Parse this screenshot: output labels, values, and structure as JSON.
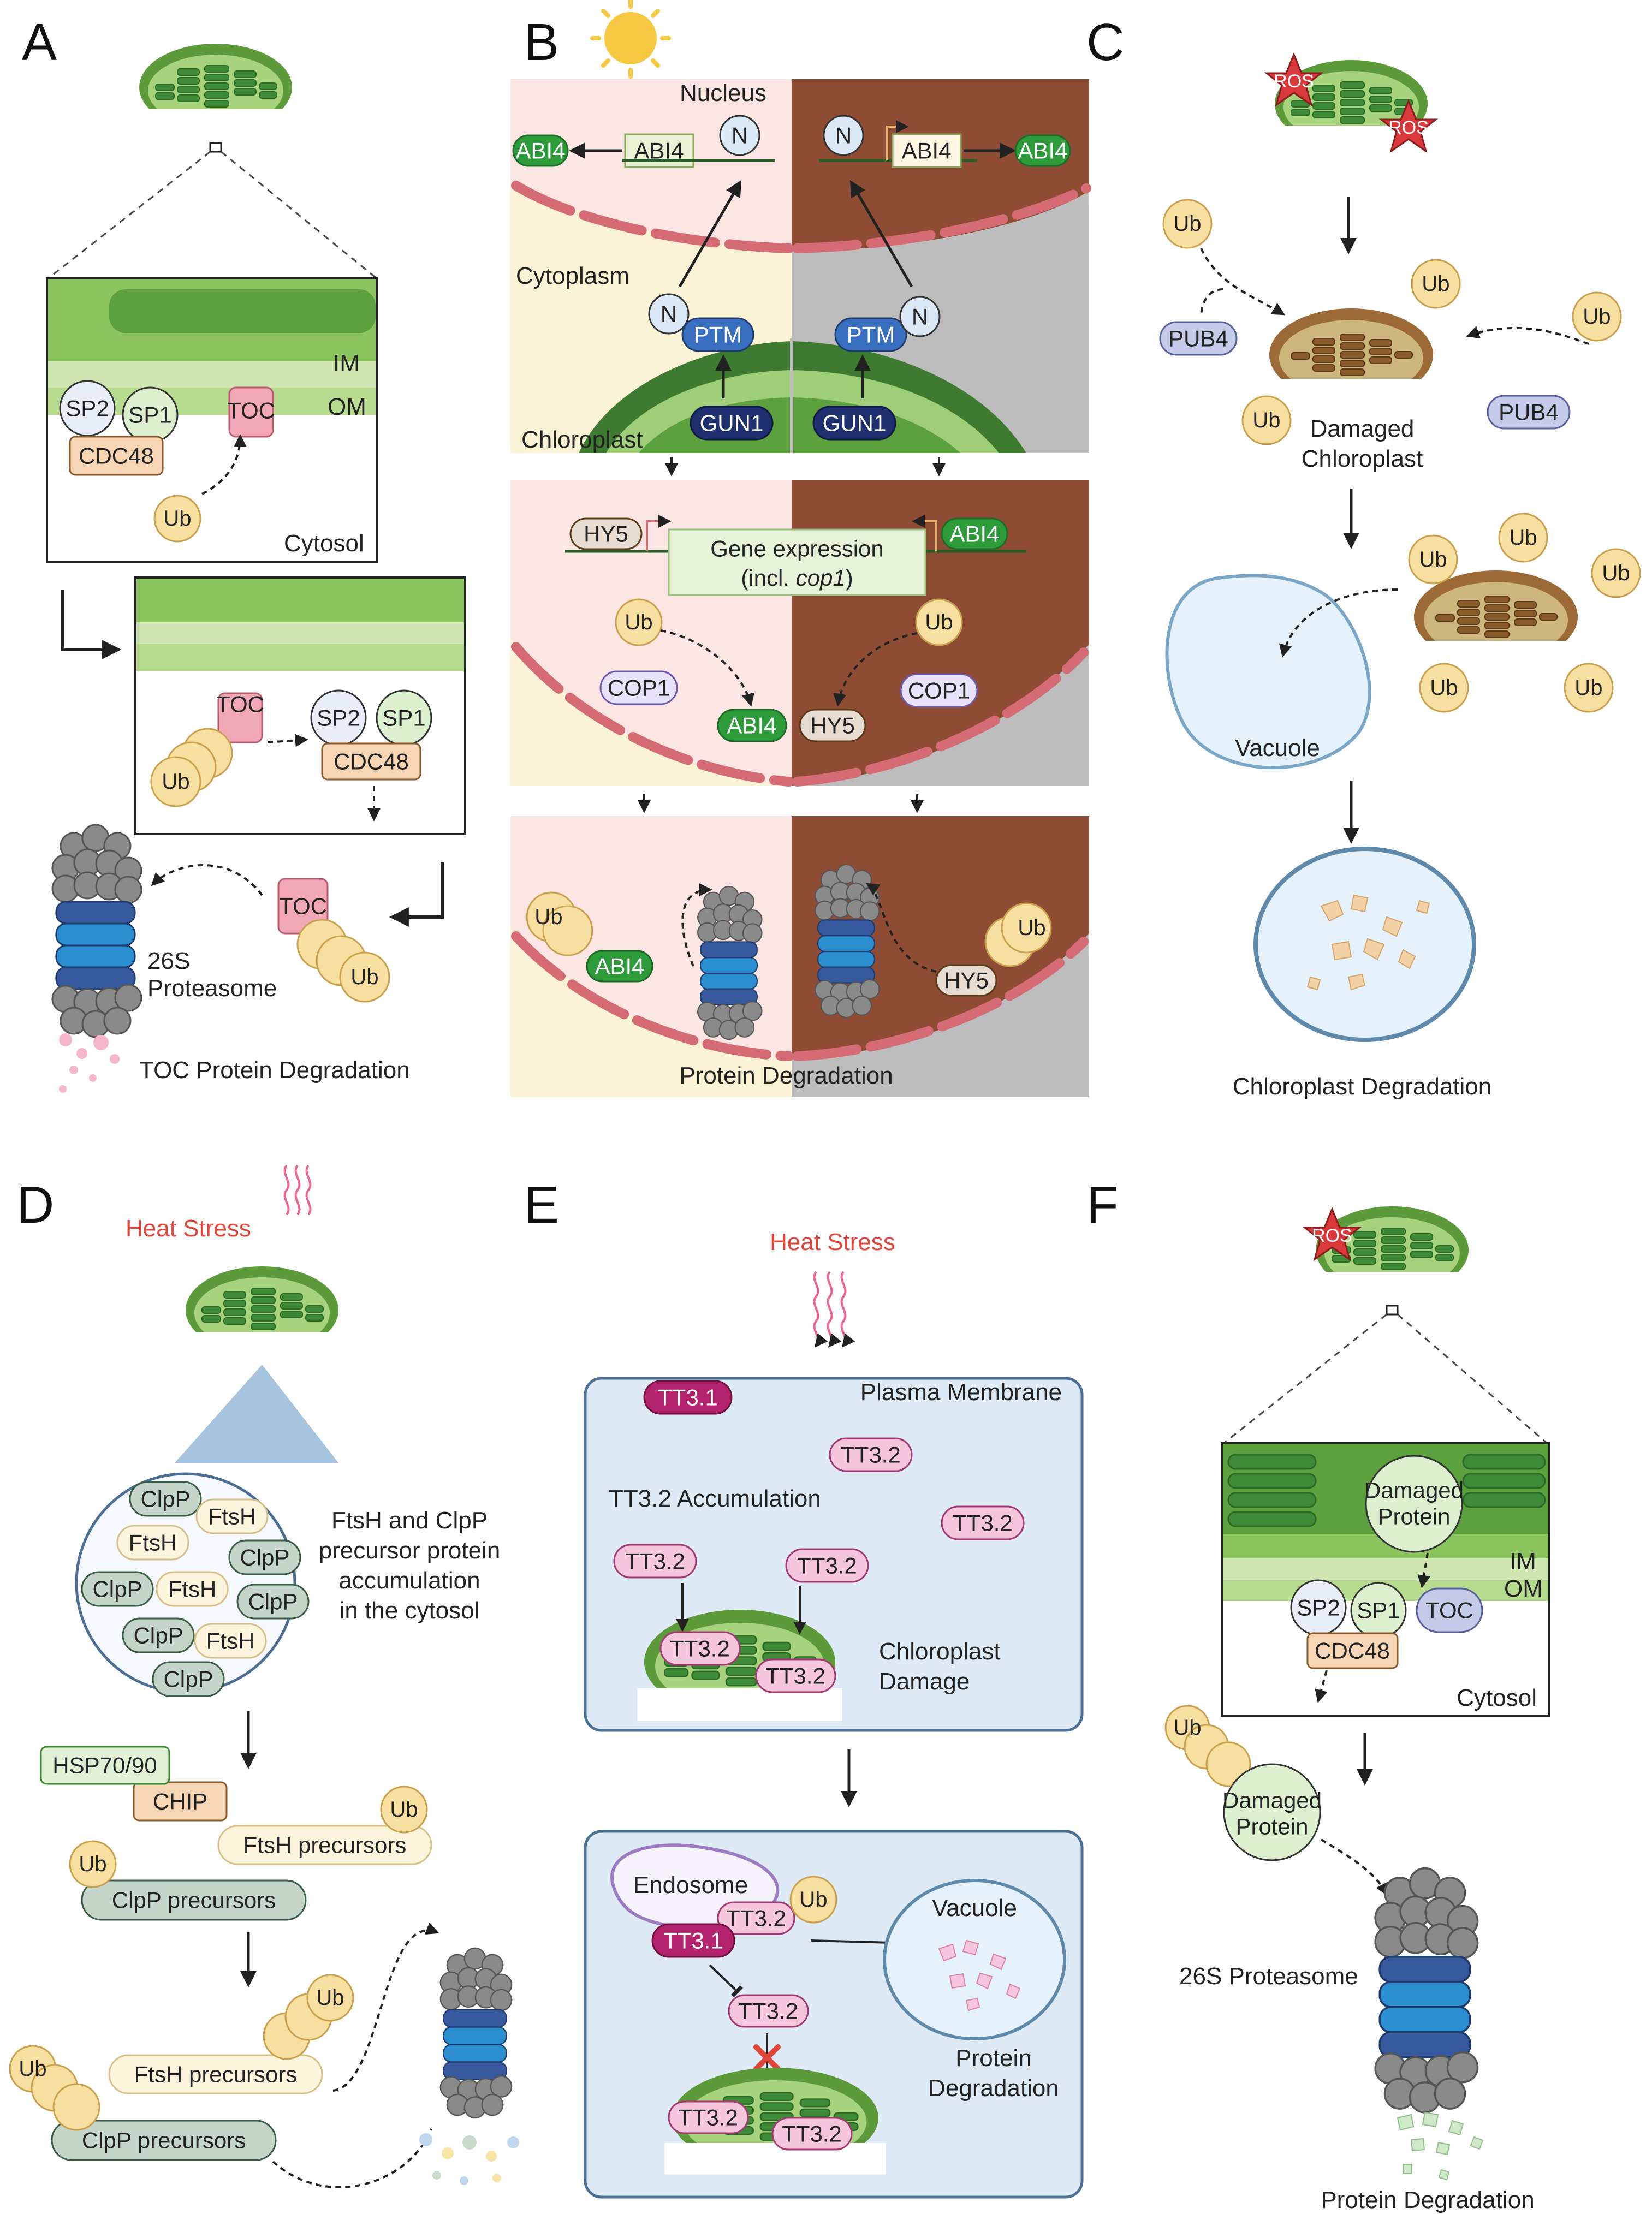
{
  "panels": {
    "A": {
      "letter": "A",
      "labels": {
        "IM": "IM",
        "OM": "OM",
        "SP1": "SP1",
        "SP2": "SP2",
        "TOC": "TOC",
        "CDC48": "CDC48",
        "Ub": "Ub",
        "cytosol": "Cytosol",
        "proteasome_l1": "26S",
        "proteasome_l2": "Proteasome",
        "degradation": "TOC Protein Degradation"
      }
    },
    "B": {
      "letter": "B",
      "labels": {
        "nucleus": "Nucleus",
        "N": "N",
        "ABI4": "ABI4",
        "cytoplasm": "Cytoplasm",
        "PTM": "PTM",
        "GUN1": "GUN1",
        "chloroplast": "Chloroplast",
        "HY5": "HY5",
        "gene_expr_l1": "Gene expression",
        "gene_expr_l2_pre": "(incl. ",
        "gene_expr_l2_italic": "cop1",
        "gene_expr_l2_post": ")",
        "COP1": "COP1",
        "Ub": "Ub",
        "degradation": "Protein Degradation"
      }
    },
    "C": {
      "letter": "C",
      "labels": {
        "ROS": "ROS",
        "Ub": "Ub",
        "PUB4": "PUB4",
        "damaged_l1": "Damaged",
        "damaged_l2": "Chloroplast",
        "vacuole": "Vacuole",
        "degradation": "Chloroplast Degradation"
      }
    },
    "D": {
      "letter": "D",
      "labels": {
        "heat": "Heat Stress",
        "ClpP": "ClpP",
        "FtsH": "FtsH",
        "accum_l1": "FtsH and ClpP",
        "accum_l2": "precursor protein",
        "accum_l3": "accumulation",
        "accum_l4": "in the cytosol",
        "HSP": "HSP70/90",
        "CHIP": "CHIP",
        "Ub": "Ub",
        "ftsh_prec": "FtsH precursors",
        "clpp_prec": "ClpP precursors"
      }
    },
    "E": {
      "letter": "E",
      "labels": {
        "heat": "Heat Stress",
        "TT31": "TT3.1",
        "TT32": "TT3.2",
        "plasma": "Plasma Membrane",
        "accum": "TT3.2 Accumulation",
        "damage_l1": "Chloroplast",
        "damage_l2": "Damage",
        "endosome": "Endosome",
        "Ub": "Ub",
        "vacuole": "Vacuole",
        "degr_l1": "Protein",
        "degr_l2": "Degradation"
      }
    },
    "F": {
      "letter": "F",
      "labels": {
        "ROS": "ROS",
        "damaged_l1": "Damaged",
        "damaged_l2": "Protein",
        "IM": "IM",
        "OM": "OM",
        "SP1": "SP1",
        "SP2": "SP2",
        "TOC": "TOC",
        "CDC48": "CDC48",
        "cytosol": "Cytosol",
        "Ub": "Ub",
        "proteasome": "26S Proteasome",
        "degradation": "Protein Degradation"
      }
    }
  },
  "colors": {
    "chloro_outer": "#5c9a3a",
    "chloro_inner": "#a7d37d",
    "thylakoid": "#3f8a36",
    "light_bg": "#fbf3d6",
    "light_nucleus": "#fce6e4",
    "dark_bg": "#8d4c33",
    "dark_gray": "#bdbdbd",
    "ub_fill": "#f7dfa0",
    "ub_stroke": "#c9a14e",
    "proteasome_gray": "#8a8a8a",
    "proteasome_dark": "#36599e",
    "proteasome_light": "#2b8fcf",
    "cell_blue": "#deebf7",
    "tt_pink": "#f6c6dd",
    "tt_magenta": "#b2226d",
    "abi4_green": "#2d9b3a",
    "pub4": "#c5cbe8",
    "cop1": "#e8e2fb",
    "cdc48": "#f5d5b4",
    "heat": "#e0453a"
  },
  "icons": [
    "sun-icon",
    "moon-icon",
    "ros-star-icon",
    "heat-wave-icon",
    "inhibit-x-icon"
  ]
}
